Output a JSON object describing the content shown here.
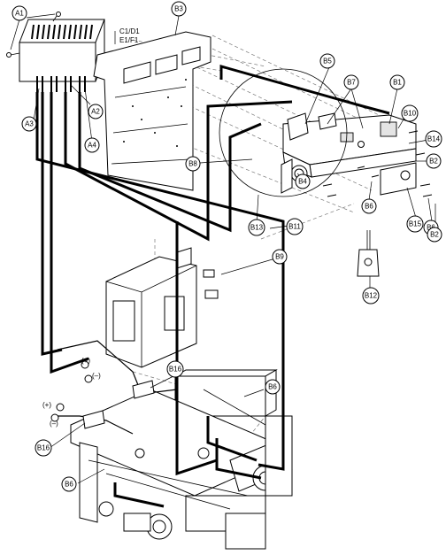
{
  "callouts": {
    "A1": "A1",
    "A2": "A2",
    "A3": "A3",
    "A4": "A4",
    "B1": "B1",
    "B2a": "B2",
    "B2b": "B2",
    "B3": "B3",
    "B4": "B4",
    "B5": "B5",
    "B6a": "B6",
    "B6b": "B6",
    "B6c": "B6",
    "B6d": "B6",
    "B7": "B7",
    "B8": "B8",
    "B9": "B9",
    "B10": "B10",
    "B11": "B11",
    "B12": "B12",
    "B13": "B13",
    "B14": "B14",
    "B15": "B15",
    "B16a": "B16",
    "B16b": "B16"
  },
  "labels": {
    "c1d1": "C1/D1",
    "e1f1": "E1/F1",
    "plus_upper": "(+)",
    "minus_upper": "(–)",
    "plus_lower": "(+)",
    "minus_lower": "(–)"
  }
}
